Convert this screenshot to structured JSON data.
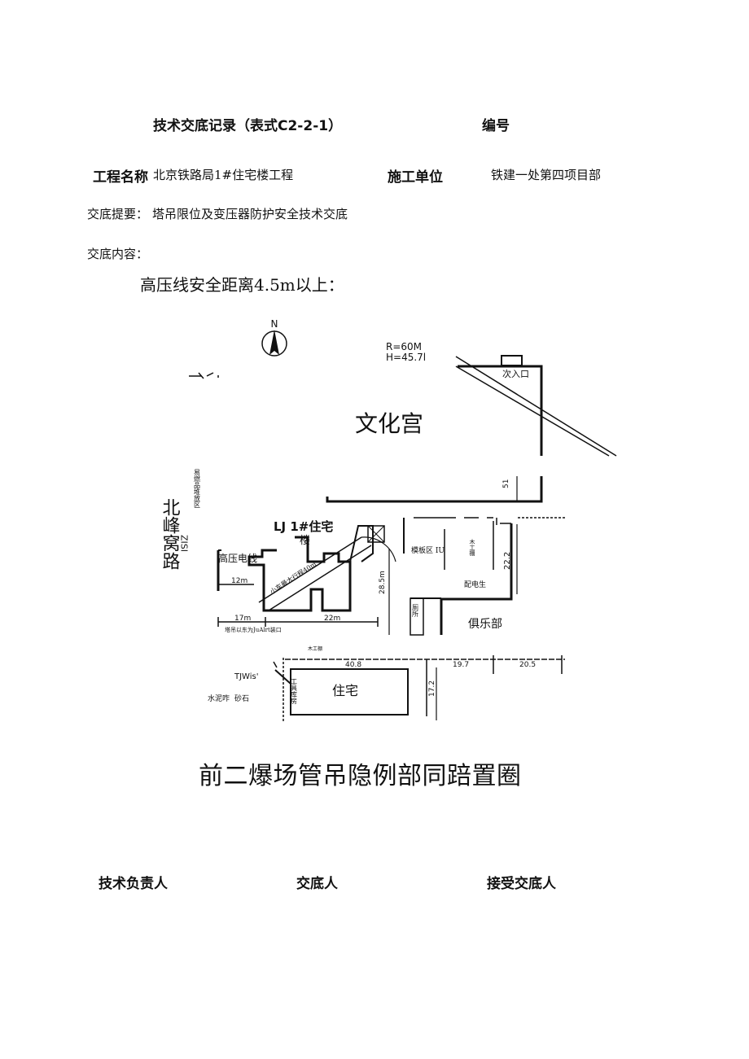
{
  "header": {
    "form_title": "技术交底记录（表式C2-2-1）",
    "number_label": "编号"
  },
  "project": {
    "name_label": "工程名称",
    "name_value": "北京铁路局1#住宅楼工程",
    "unit_label": "施工单位",
    "unit_value": "铁建一处第四项目部"
  },
  "summary": {
    "label": "交底提要：",
    "value": "塔吊限位及变压器防护安全技术交底"
  },
  "content": {
    "label": "交底内容：",
    "line1": "高压线安全距离4.5m以上："
  },
  "plan": {
    "north": "N",
    "radius": "R=60M",
    "height": "H=45.7l",
    "entrance": "次入口",
    "palace": "文化宫",
    "flammable": "易燃品堆放区",
    "road": "北峰窝路",
    "road_code": "ZISI",
    "building": "LJ 1#住宅",
    "building2": "楼",
    "hv_line": "高压电线",
    "trolley": "小车最大行程40m",
    "formwork": "模板区 IU",
    "wood": "木工棚",
    "power": "配电生",
    "toilet": "厕所",
    "club": "俱乐部",
    "dim_51": "51",
    "dim_222": "22.2",
    "dim_285": "28.5m",
    "dim_12": "12m",
    "dim_17": "17m",
    "dim_22": "22m",
    "note_bottom": "塔吊以东为JuAlrt装口",
    "wood2": "木工棚",
    "dim_408": "40.8",
    "dim_197": "19.7",
    "dim_205": "20.5",
    "dim_172": "17.2",
    "tjwis": "TJWis'",
    "tool_room": "工具库房",
    "residence": "住宅",
    "cement": "水泥咋",
    "sand": "砂石"
  },
  "caption": "前二爆场管吊隐例部同踣置圈",
  "signatures": {
    "tech_lead": "技术负责人",
    "discloser": "交底人",
    "receiver": "接受交底人"
  }
}
